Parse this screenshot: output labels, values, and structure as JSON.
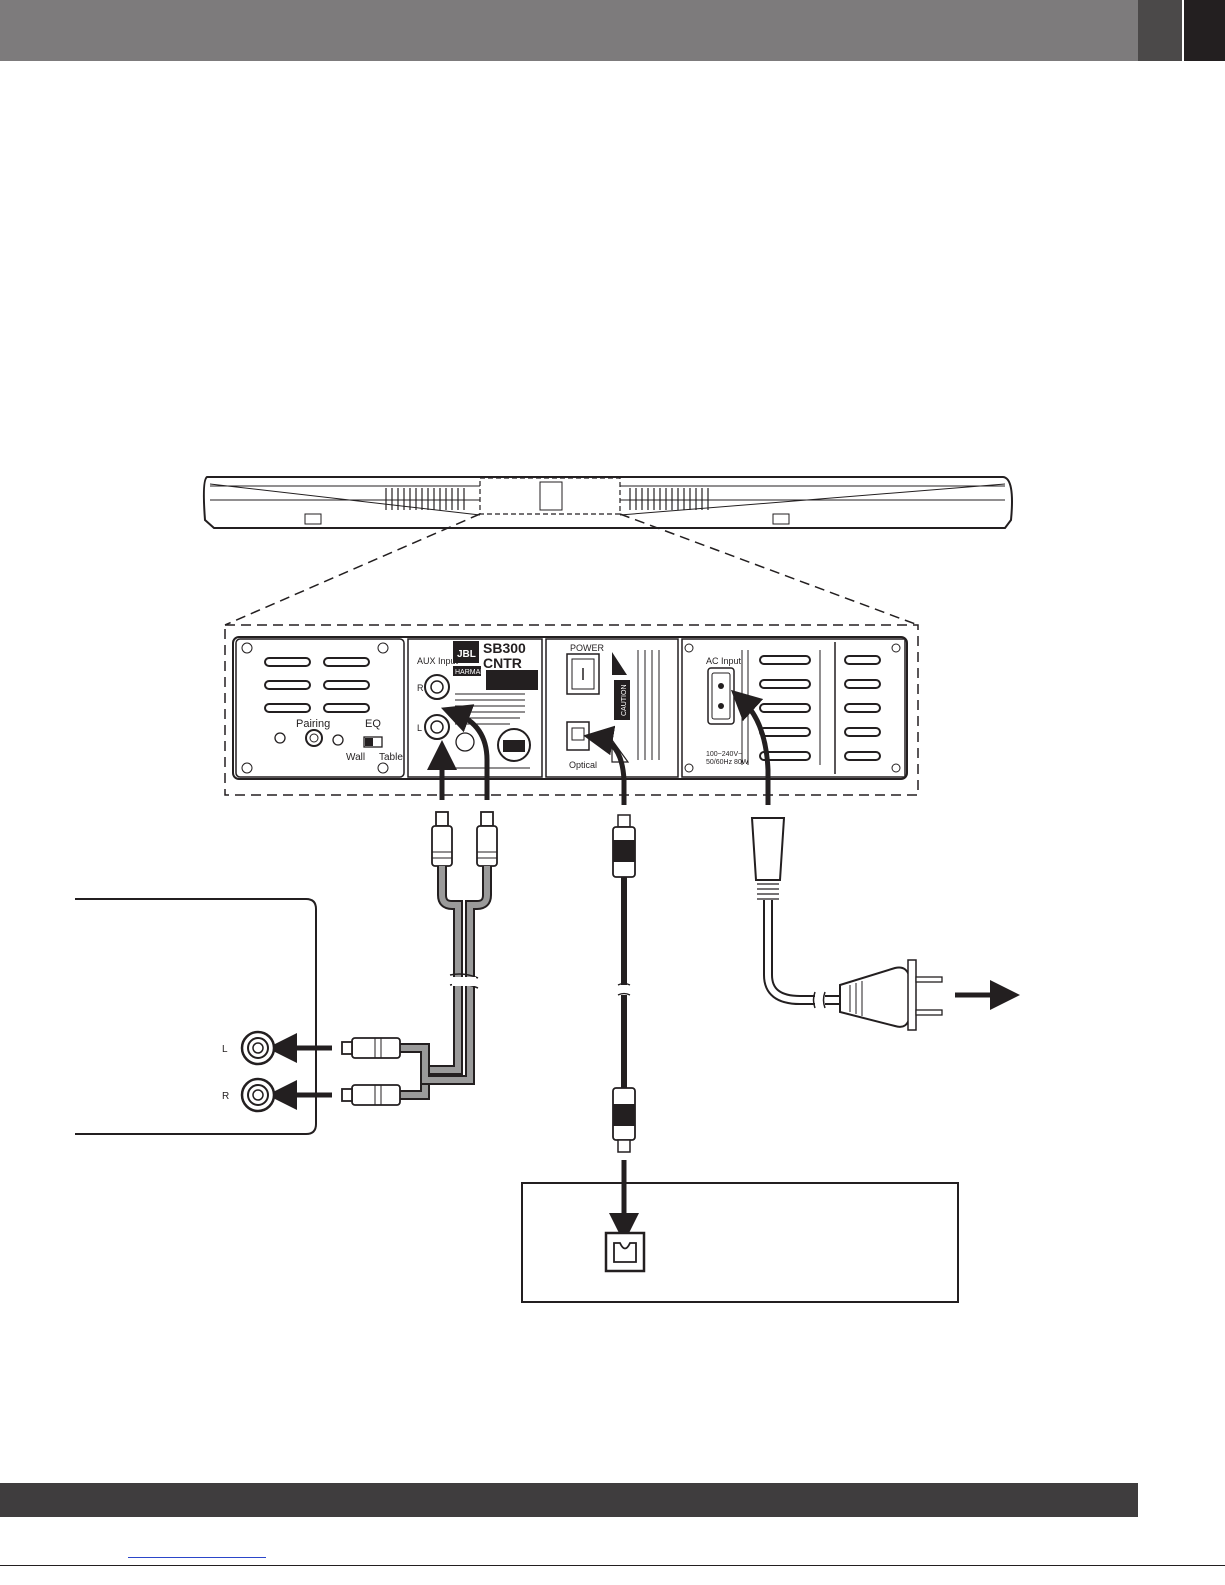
{
  "colors": {
    "header_bar": "#7d7b7c",
    "header_tab_dark": "#4b4949",
    "header_tab_black": "#231f20",
    "footer_bar": "#3f3d3e",
    "link": "#2b46c9",
    "ink": "#231f20",
    "cable_gray": "#9a9a9a"
  },
  "panel": {
    "aux_input": "AUX Input",
    "aux_r": "R",
    "aux_l": "L",
    "pairing": "Pairing",
    "eq": "EQ",
    "wall": "Wall",
    "table": "Table",
    "logo": "JBL",
    "model_line1": "SB300",
    "model_line2": "CNTR",
    "brand": "HARMAN",
    "power": "POWER",
    "optical": "Optical",
    "caution": "CAUTION",
    "ac_input": "AC Input",
    "ac_rating_1": "100~240V~",
    "ac_rating_2": "50/60Hz 80W"
  },
  "tv_box": {
    "jack_l": "L",
    "jack_r": "R"
  }
}
